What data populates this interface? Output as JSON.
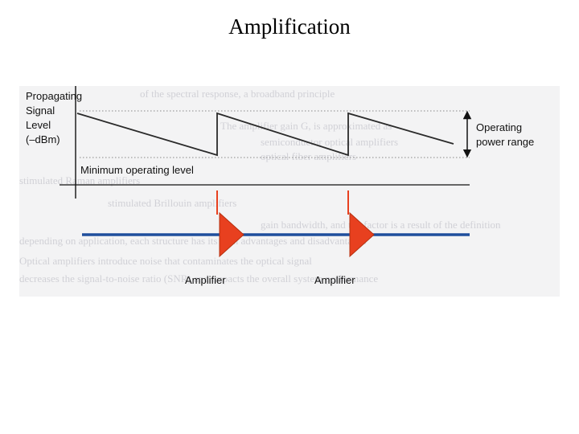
{
  "slide": {
    "title": "Amplification"
  },
  "diagram": {
    "y_axis_label": [
      "Propagating",
      "Signal",
      "Level",
      "(–dBm)"
    ],
    "min_level_label": "Minimum operating level",
    "range_label": [
      "Operating",
      "power range"
    ],
    "amplifiers": [
      {
        "label": "Amplifier"
      },
      {
        "label": "Amplifier"
      }
    ],
    "colors": {
      "signal_line": "#2a2a2a",
      "fiber": "#1f4e9c",
      "amplifier_fill": "#e8401f",
      "dotted_level": "#888888"
    },
    "icons": [
      "up-down-arrow-icon",
      "amplifier-triangle-icon"
    ]
  },
  "background_text": {
    "lines": [
      "of the spectral response, a broadband principle",
      "The amplifier gain G, is approximated as",
      "semiconductor optical amplifiers",
      "optical fiber amplifiers",
      "stimulated Raman amplifiers",
      "stimulated Brillouin amplifiers",
      "gain bandwidth, and the factor is a result of the definition",
      "depending on application, each structure has its own advantages and disadvantages",
      "Optical amplifiers introduce noise that contaminates the optical signal",
      "decreases the signal-to-noise ratio (SNR) and impacts the overall system performance"
    ]
  }
}
